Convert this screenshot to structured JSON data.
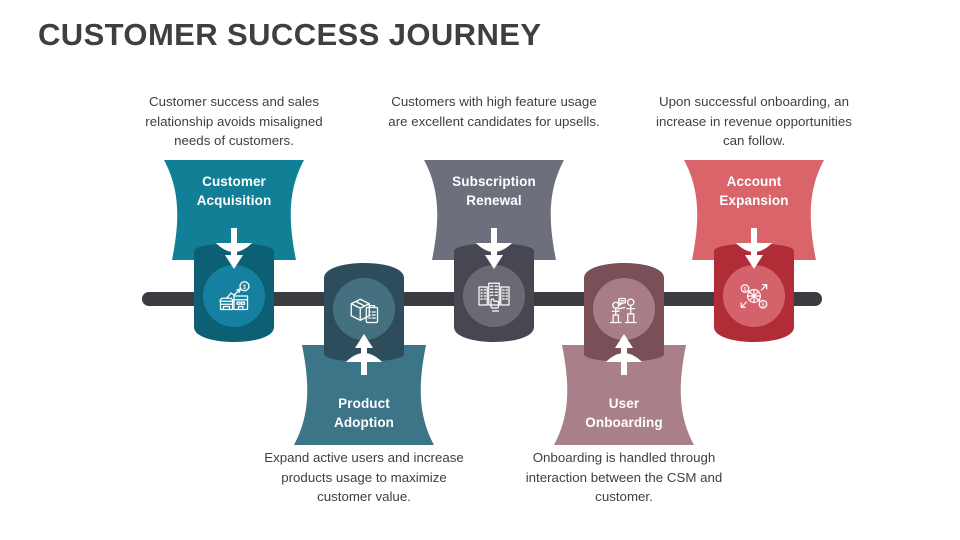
{
  "title": "CUSTOMER SUCCESS JOURNEY",
  "colors": {
    "title_text": "#3f3f3f",
    "body_text": "#404040",
    "track_line": "#3b3b42",
    "background": "#ffffff",
    "arrow_white": "#ffffff"
  },
  "track": {
    "line_name": "journey-track-line"
  },
  "stages": [
    {
      "id": "customer-acquisition",
      "label": "Customer\nAcquisition",
      "label_line1": "Customer",
      "label_line2": "Acquisition",
      "description": "Customer success and sales relationship avoids misaligned needs of customers.",
      "position": "top",
      "banner_color": "#117f96",
      "node_color": "#0d5f74",
      "inner_circle_color": "#1580a0",
      "icon": "storefront-growth-icon",
      "arrow_direction": "down"
    },
    {
      "id": "product-adoption",
      "label": "Product\nAdoption",
      "label_line1": "Product",
      "label_line2": "Adoption",
      "description": "Expand active users and increase products usage to maximize customer value.",
      "position": "bottom",
      "banner_color": "#3d7588",
      "node_color": "#2d4d5c",
      "inner_circle_color": "#44707f",
      "icon": "box-clipboard-icon",
      "arrow_direction": "up"
    },
    {
      "id": "subscription-renewal",
      "label": "Subscription\nRenewal",
      "label_line1": "Subscription",
      "label_line2": "Renewal",
      "description": "Customers with high feature usage are excellent candidates for upsells.",
      "position": "top",
      "banner_color": "#6d6f7d",
      "node_color": "#474751",
      "inner_circle_color": "#6a6a74",
      "icon": "documents-click-icon",
      "arrow_direction": "down"
    },
    {
      "id": "user-onboarding",
      "label": "User\nOnboarding",
      "label_line1": "User",
      "label_line2": "Onboarding",
      "description": "Onboarding is handled through interaction between the CSM and customer.",
      "position": "bottom",
      "banner_color": "#a9808a",
      "node_color": "#7a4f58",
      "inner_circle_color": "#a87d87",
      "icon": "people-interaction-icon",
      "arrow_direction": "up"
    },
    {
      "id": "account-expansion",
      "label": "Account\nExpansion",
      "label_line1": "Account",
      "label_line2": "Expansion",
      "description": "Upon successful onboarding, an increase in revenue opportunities can follow.",
      "position": "top",
      "banner_color": "#d9656a",
      "node_color": "#b02c36",
      "inner_circle_color": "#d4626a",
      "icon": "network-expansion-icon",
      "arrow_direction": "down"
    }
  ]
}
